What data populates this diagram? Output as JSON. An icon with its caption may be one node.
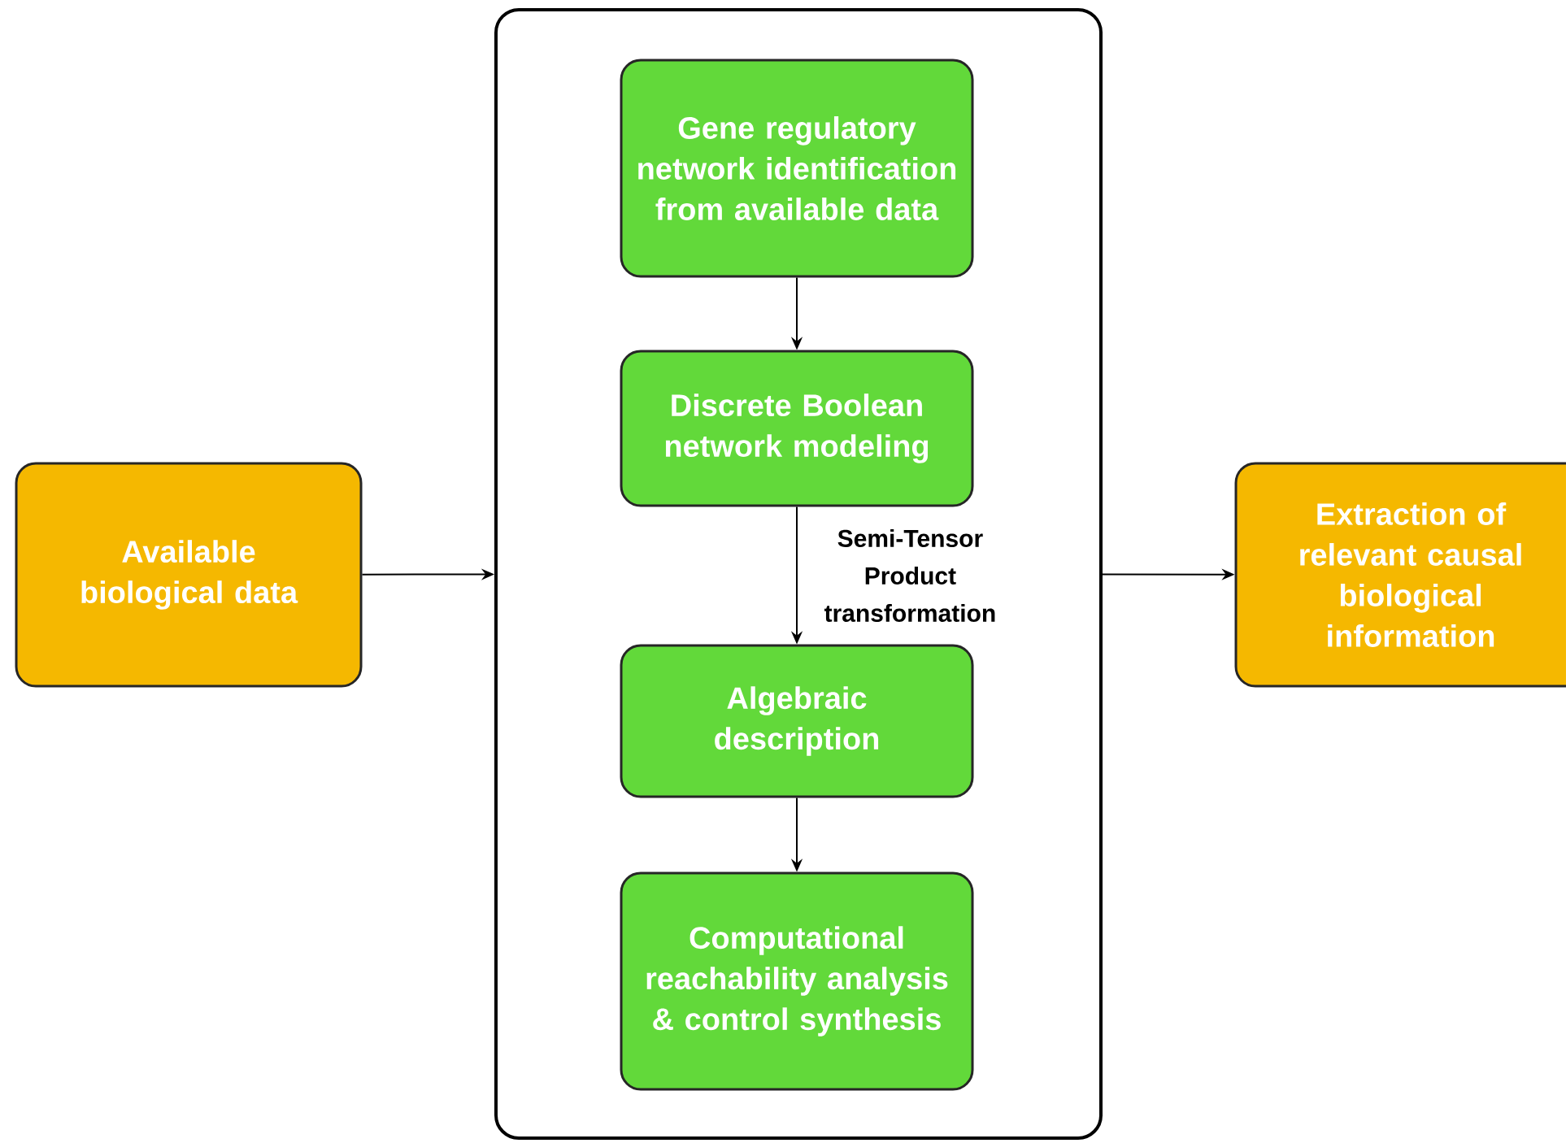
{
  "diagram": {
    "nodes": [
      {
        "text": [
          "Available biological data"
        ]
      },
      {
        "text": [],
        "shape": "box"
      },
      {
        "text": [
          "Gene regulatory network identification from available data"
        ],
        "in": 1
      },
      {
        "text": [
          "Discrete Boolean network modeling"
        ],
        "in": 1
      },
      {
        "text": [
          "Algebraic description"
        ],
        "in": 1
      },
      {
        "text": [
          "Computational reachability analysis & control synthesis"
        ],
        "in": 1
      },
      {
        "text": [
          "Extraction of relevant causal biological information"
        ]
      }
    ],
    "edges": [
      {
        "from": 0,
        "to": 1,
        "arrow": "to"
      },
      {
        "from": 1,
        "to": 6,
        "arrow": "to"
      },
      {
        "from": 2,
        "to": 3,
        "arrow": "to"
      },
      {
        "from": 3,
        "to": 4,
        "arrow": "to",
        "label": "Semi-Tensor Product transformation"
      },
      {
        "from": 4,
        "to": 5,
        "arrow": "to"
      }
    ]
  }
}
